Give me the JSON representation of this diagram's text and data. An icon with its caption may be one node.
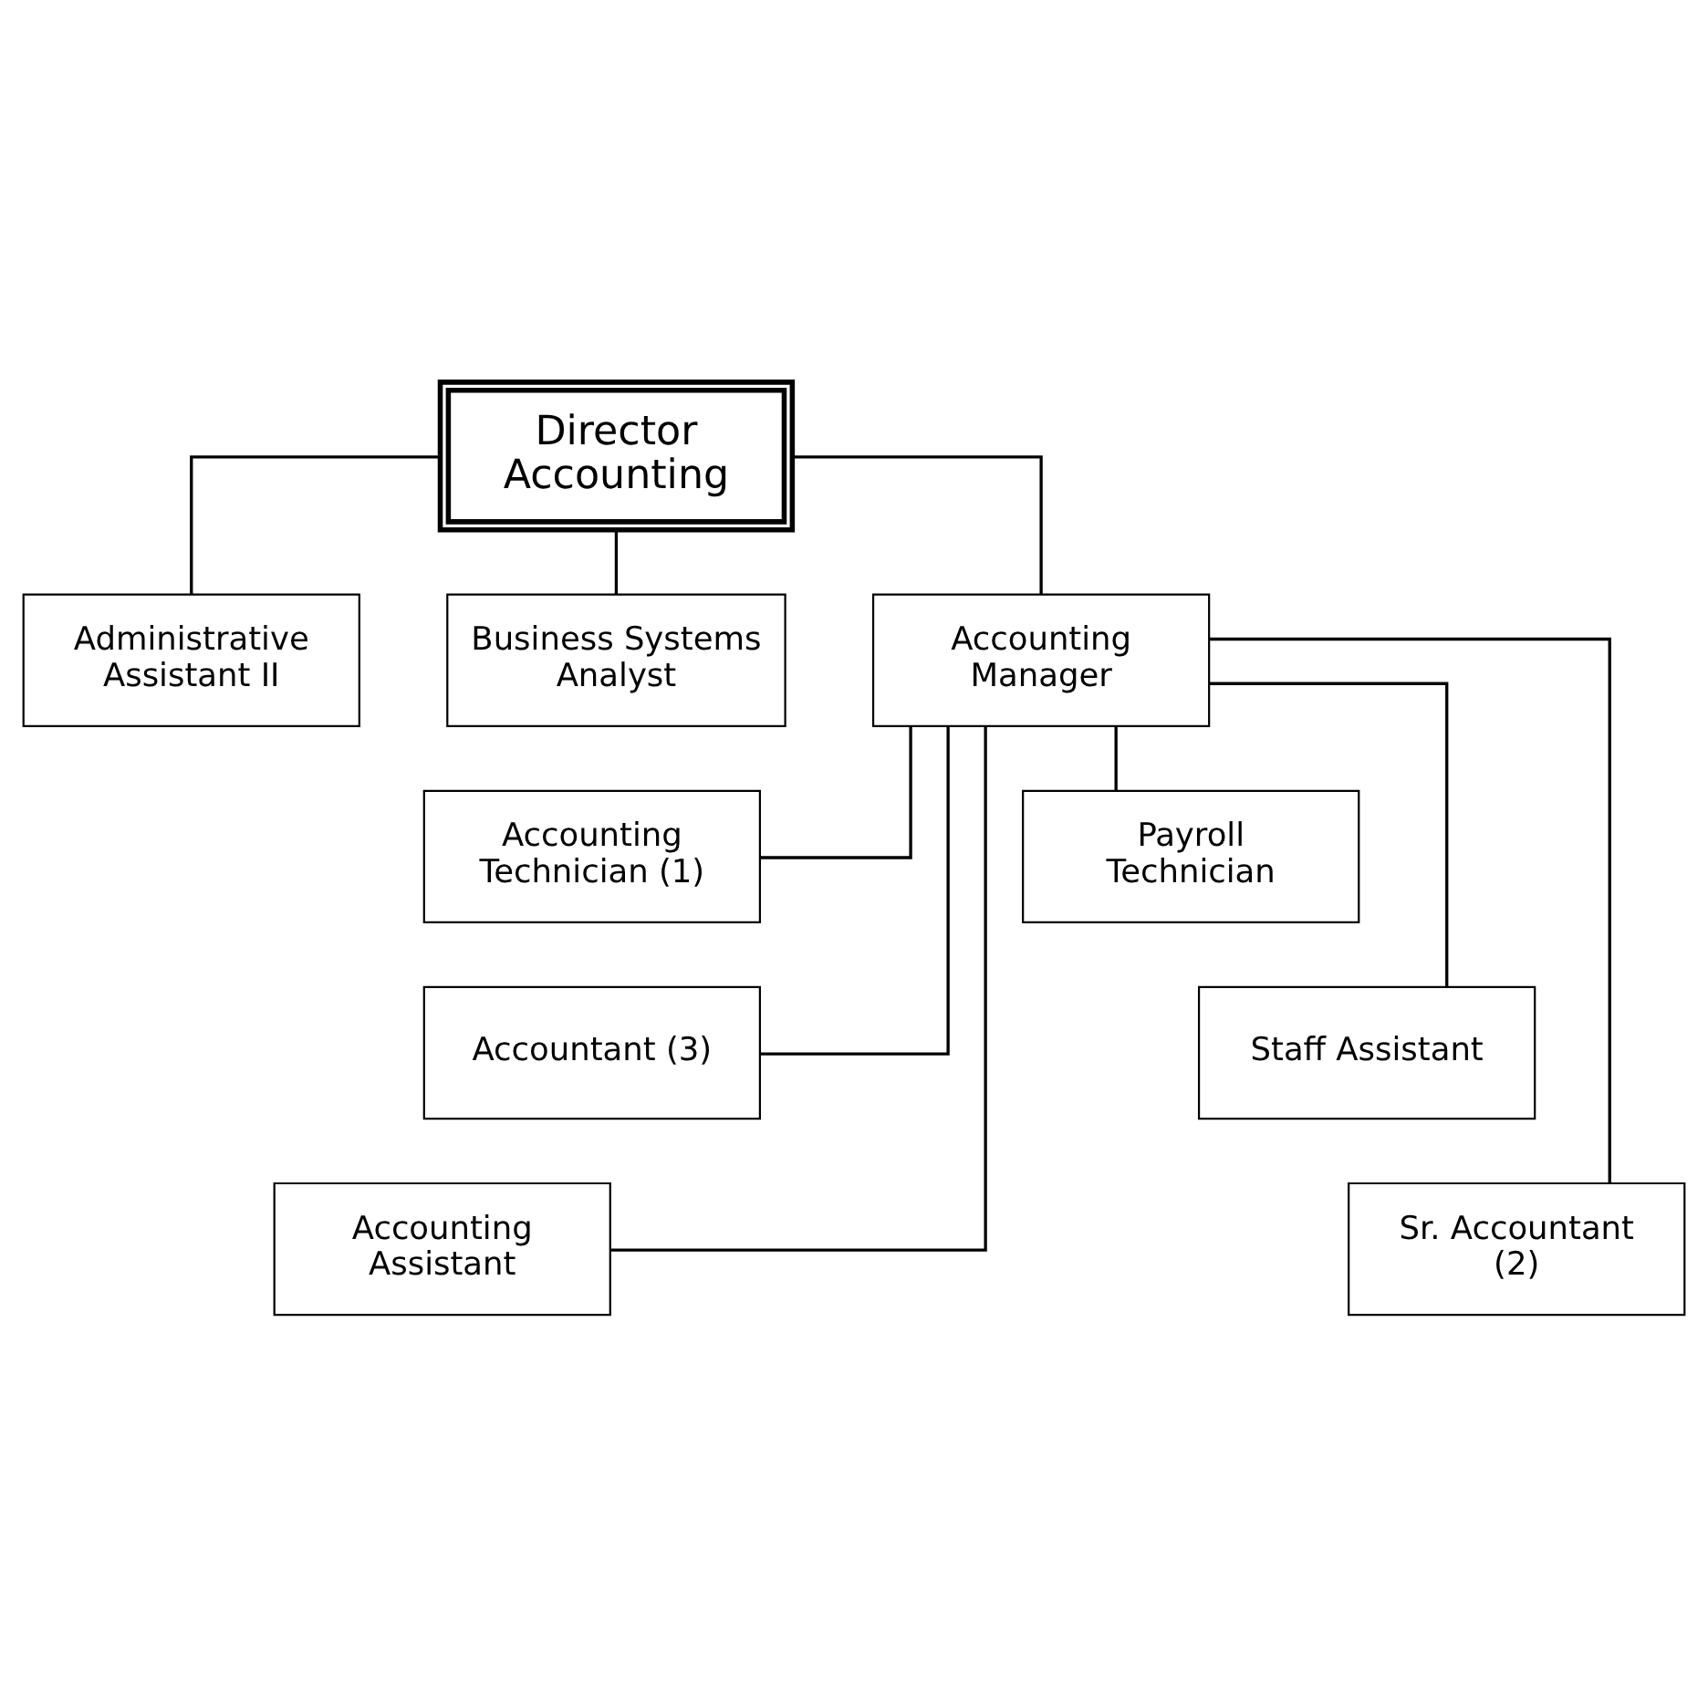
{
  "diagram": {
    "nodes": [
      {
        "text": [
          "Director Accounting"
        ]
      },
      {
        "text": [
          "Administrative Assistant II"
        ]
      },
      {
        "text": [
          "Business Systems Analyst"
        ]
      },
      {
        "text": [
          "Accounting Manager"
        ]
      },
      {
        "text": [
          "Accounting Technician (1)"
        ]
      },
      {
        "text": [
          "Payroll Technician"
        ]
      },
      {
        "text": [
          "Accountant (3)"
        ]
      },
      {
        "text": [
          "Staff Assistant"
        ]
      },
      {
        "text": [
          "Accounting Assistant"
        ]
      },
      {
        "text": [
          "Sr. Accountant (2)"
        ]
      }
    ],
    "edges": [
      {
        "from": 0,
        "to": 1,
        "arrow": "none"
      },
      {
        "from": 0,
        "to": 2,
        "arrow": "none"
      },
      {
        "from": 0,
        "to": 3,
        "arrow": "none"
      },
      {
        "from": 3,
        "to": 4,
        "arrow": "none"
      },
      {
        "from": 3,
        "to": 5,
        "arrow": "none"
      },
      {
        "from": 3,
        "to": 6,
        "arrow": "none"
      },
      {
        "from": 3,
        "to": 7,
        "arrow": "none"
      },
      {
        "from": 3,
        "to": 8,
        "arrow": "none"
      },
      {
        "from": 3,
        "to": 9,
        "arrow": "none"
      }
    ]
  }
}
